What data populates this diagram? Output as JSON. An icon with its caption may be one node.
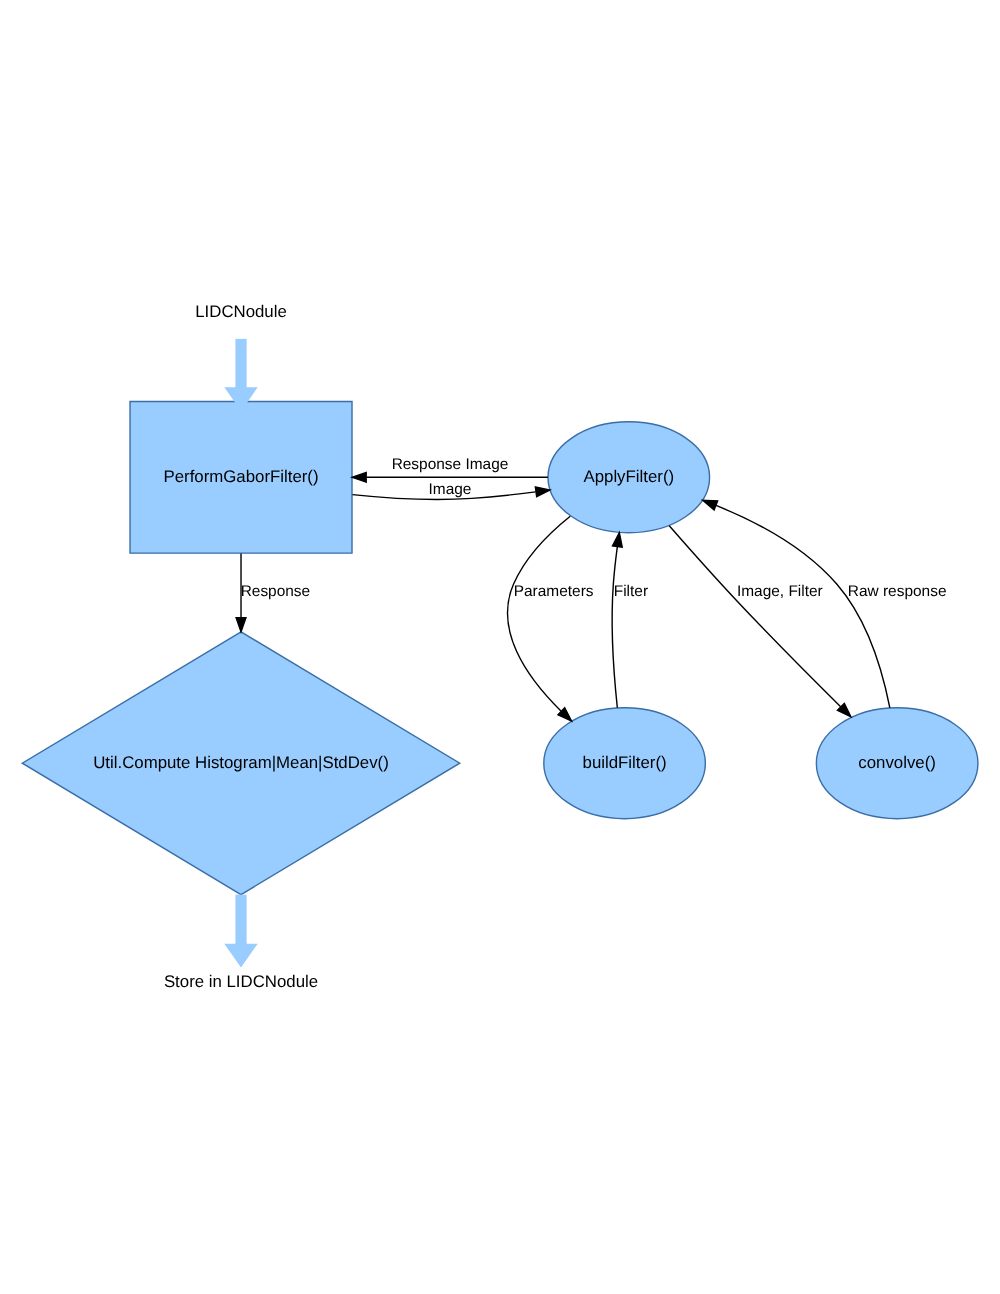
{
  "diagram": {
    "nodes": [
      {
        "text": [
          "LIDCNodule"
        ]
      },
      {
        "text": [
          "PerformGaborFilter()"
        ]
      },
      {
        "text": [
          "buildFilter()"
        ]
      },
      {
        "text": [
          "ApplyFilter()"
        ]
      },
      {
        "text": [
          "convolve()"
        ]
      },
      {
        "text": [
          "Util.Compute Histogram|Mean|StdDev()"
        ]
      },
      {
        "text": [
          "Store in LIDCNodule"
        ]
      }
    ],
    "edges": [
      {
        "from": 0,
        "to": 1,
        "arrow": "to",
        "style": "thick",
        "color": "#99ccff"
      },
      {
        "from": 1,
        "to": 3,
        "arrow": "to",
        "label": "Image"
      },
      {
        "from": 3,
        "to": 1,
        "arrow": "to",
        "label": "Response Image"
      },
      {
        "from": 2,
        "to": 3,
        "arrow": "to",
        "label": "Filter"
      },
      {
        "from": 3,
        "to": 2,
        "arrow": "to",
        "label": "Parameters"
      },
      {
        "from": 3,
        "to": 4,
        "arrow": "to",
        "label": "Image, Filter"
      },
      {
        "from": 4,
        "to": 3,
        "arrow": "to",
        "label": "Raw response"
      },
      {
        "from": 1,
        "to": 5,
        "arrow": "to",
        "label": "Response"
      },
      {
        "from": 5,
        "to": 6,
        "arrow": "to",
        "style": "thick",
        "color": "#99ccff"
      }
    ]
  }
}
